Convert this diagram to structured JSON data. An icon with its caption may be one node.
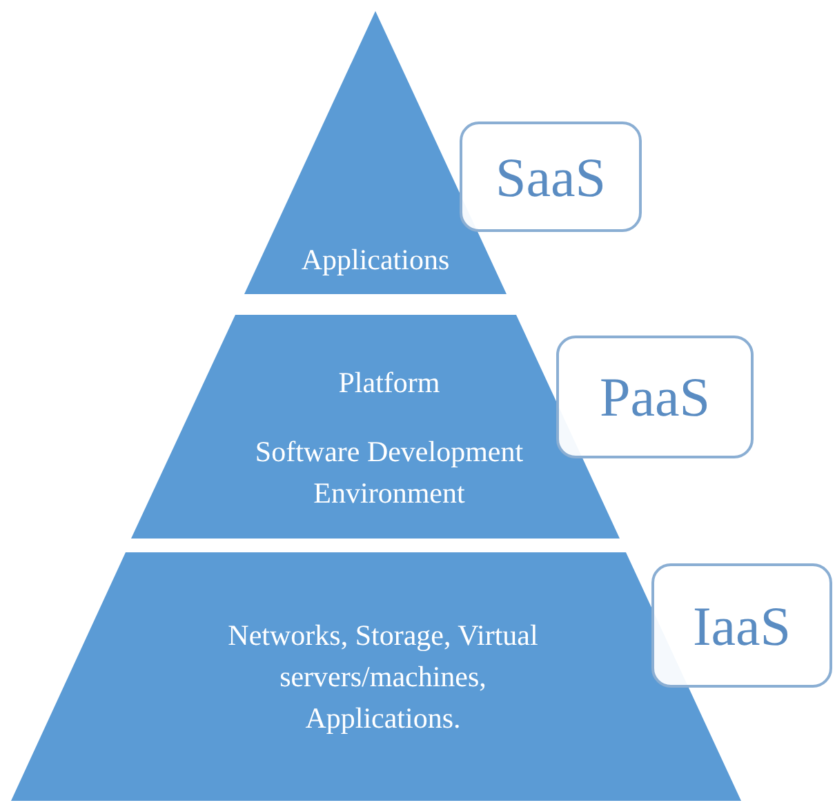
{
  "diagram": {
    "nodes": [
      {
        "text": [
          "Applications"
        ]
      },
      {
        "text": [
          "Platform",
          "Software Development Environment"
        ]
      },
      {
        "text": [
          "Networks, Storage, Virtual servers/machines, Applications."
        ]
      },
      {
        "text": [
          "SaaS"
        ]
      },
      {
        "text": [
          "PaaS"
        ]
      },
      {
        "text": [
          "IaaS"
        ]
      }
    ]
  }
}
